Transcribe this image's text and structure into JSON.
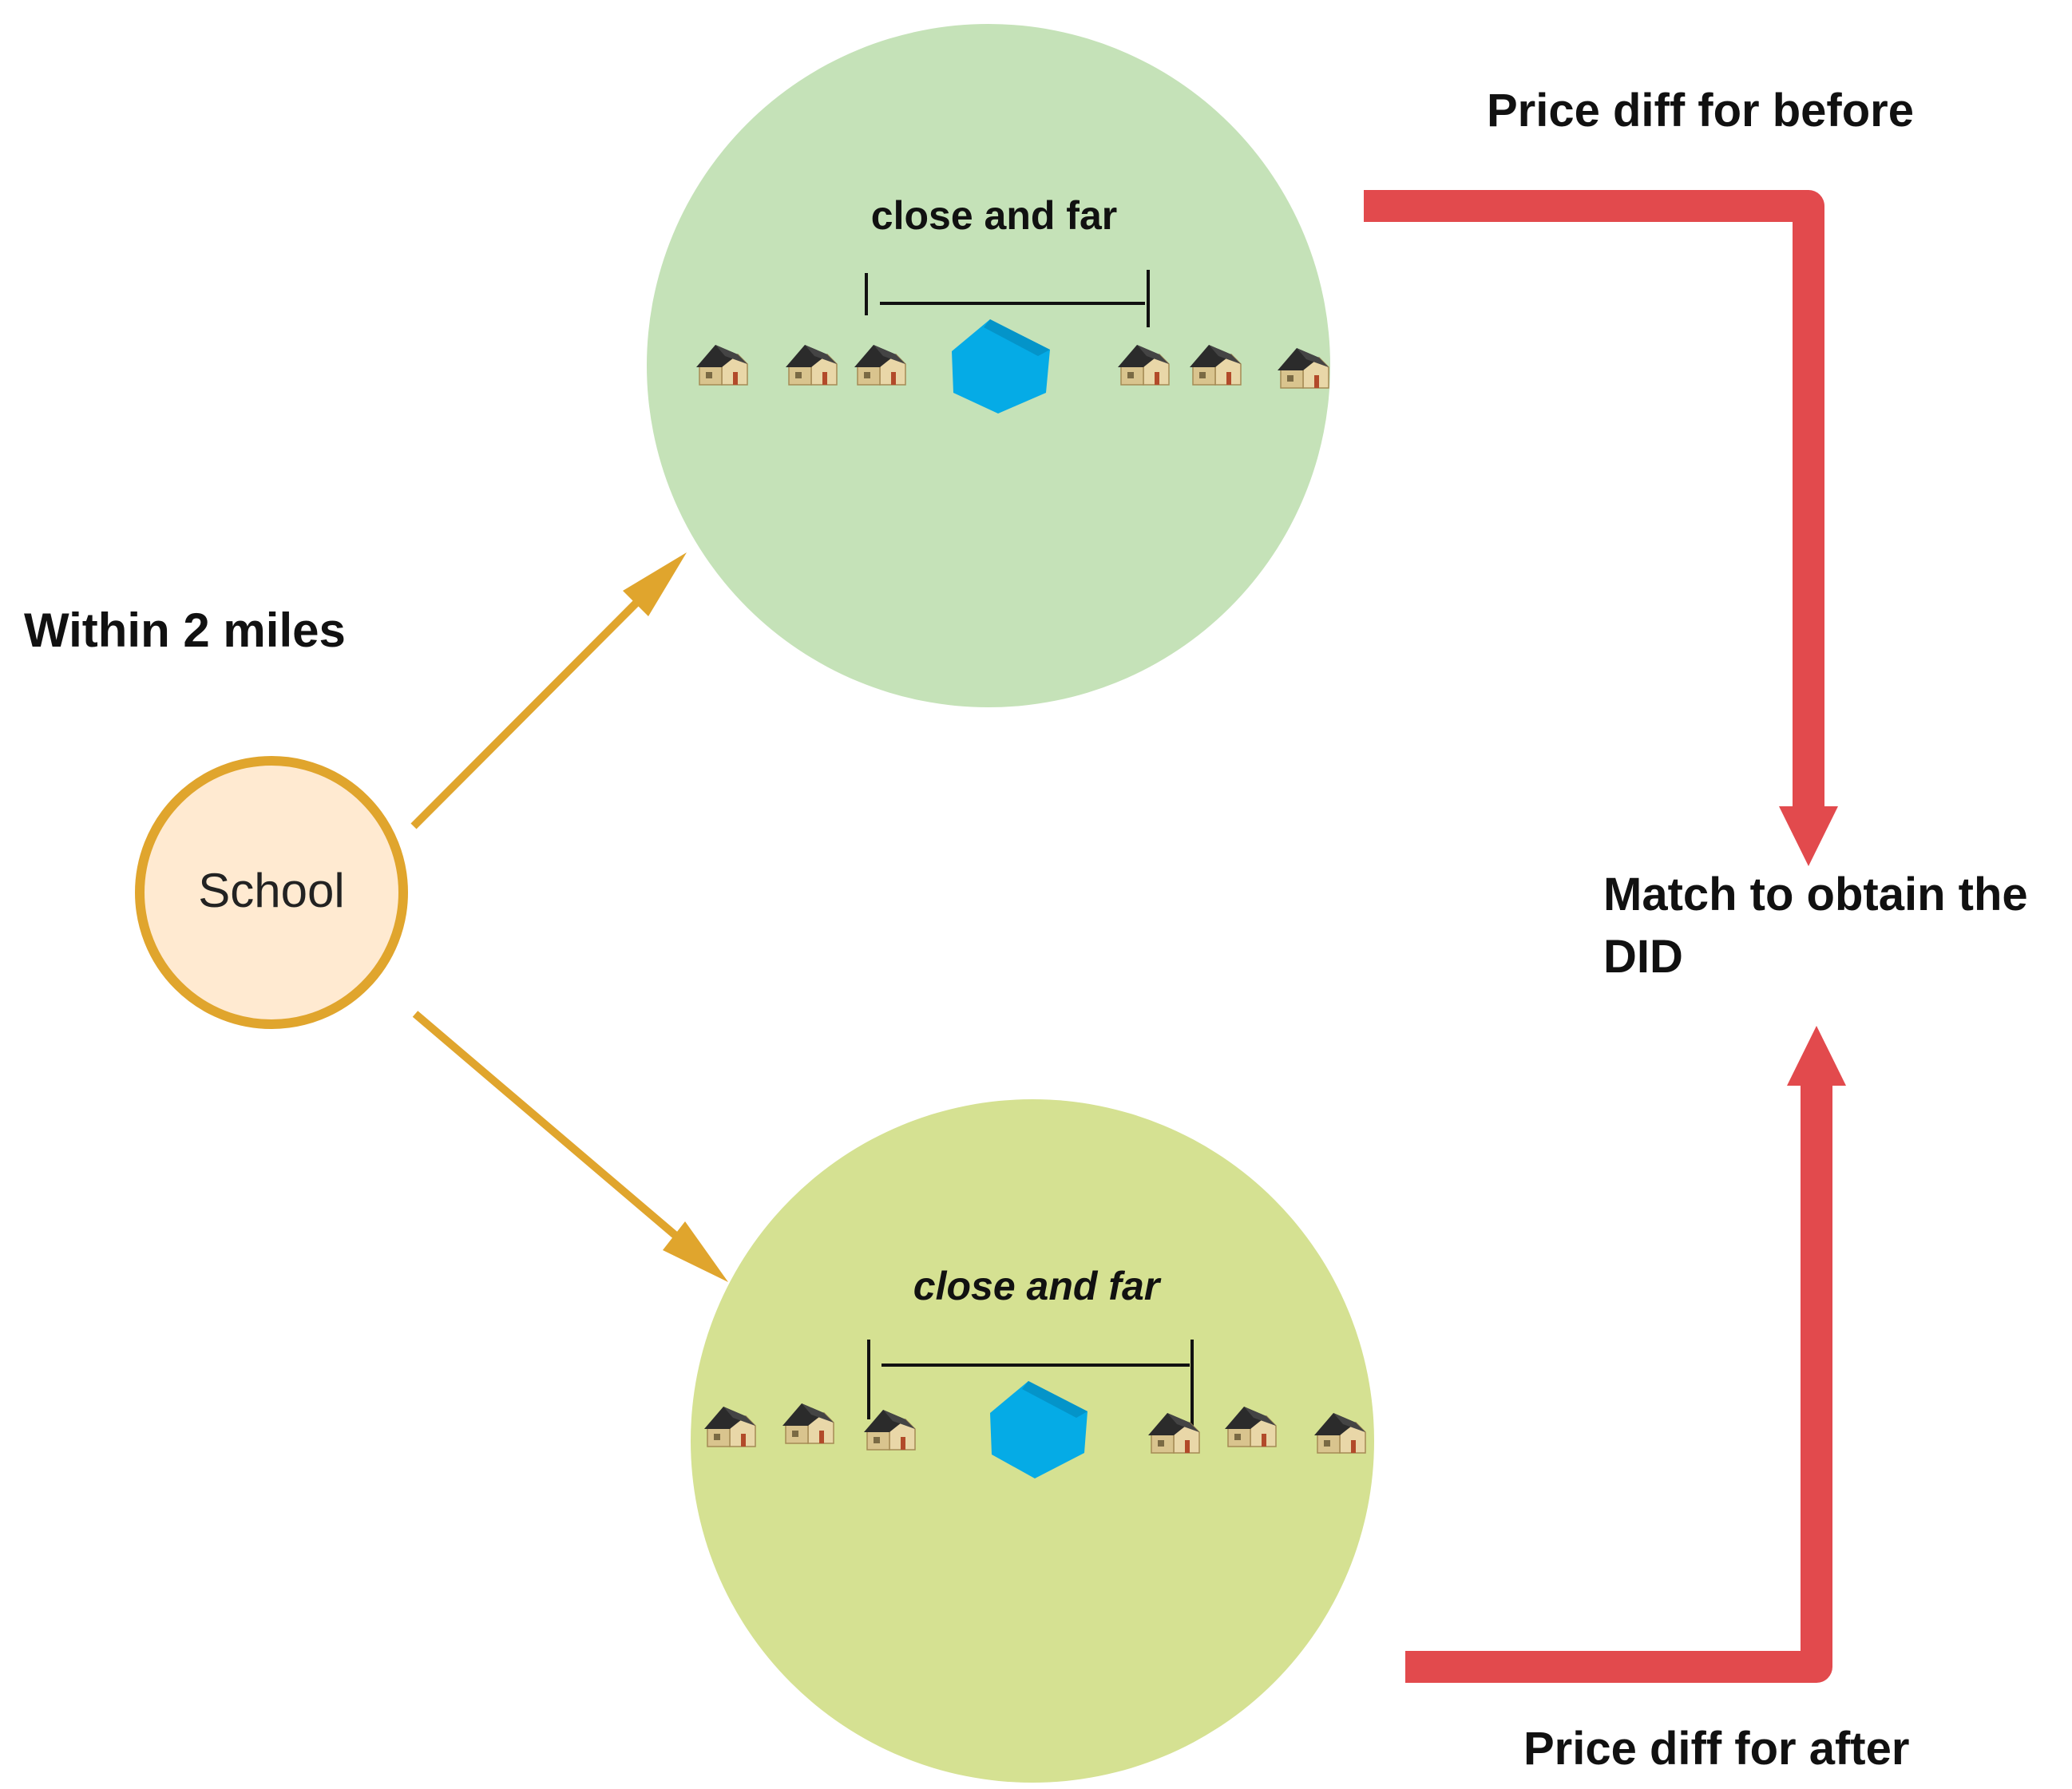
{
  "labels": {
    "within": "Within 2 miles",
    "school": "School",
    "close_far_top": "close and far",
    "close_far_bottom": "close and far",
    "price_before": "Price diff for before",
    "price_after": "Price diff for after",
    "match_line1": "Match to obtain the",
    "match_line2": "DID"
  },
  "colors": {
    "top_circle": "#c5e2b8",
    "bottom_circle": "#d5e192",
    "school_fill": "#ffead1",
    "school_stroke": "#e0a52d",
    "orange_arrow": "#e0a52d",
    "red_arrow": "#e24a4d",
    "central_house": "#05abe6",
    "house_wall": "#e9d7a8",
    "house_roof": "#2f2f2f"
  }
}
